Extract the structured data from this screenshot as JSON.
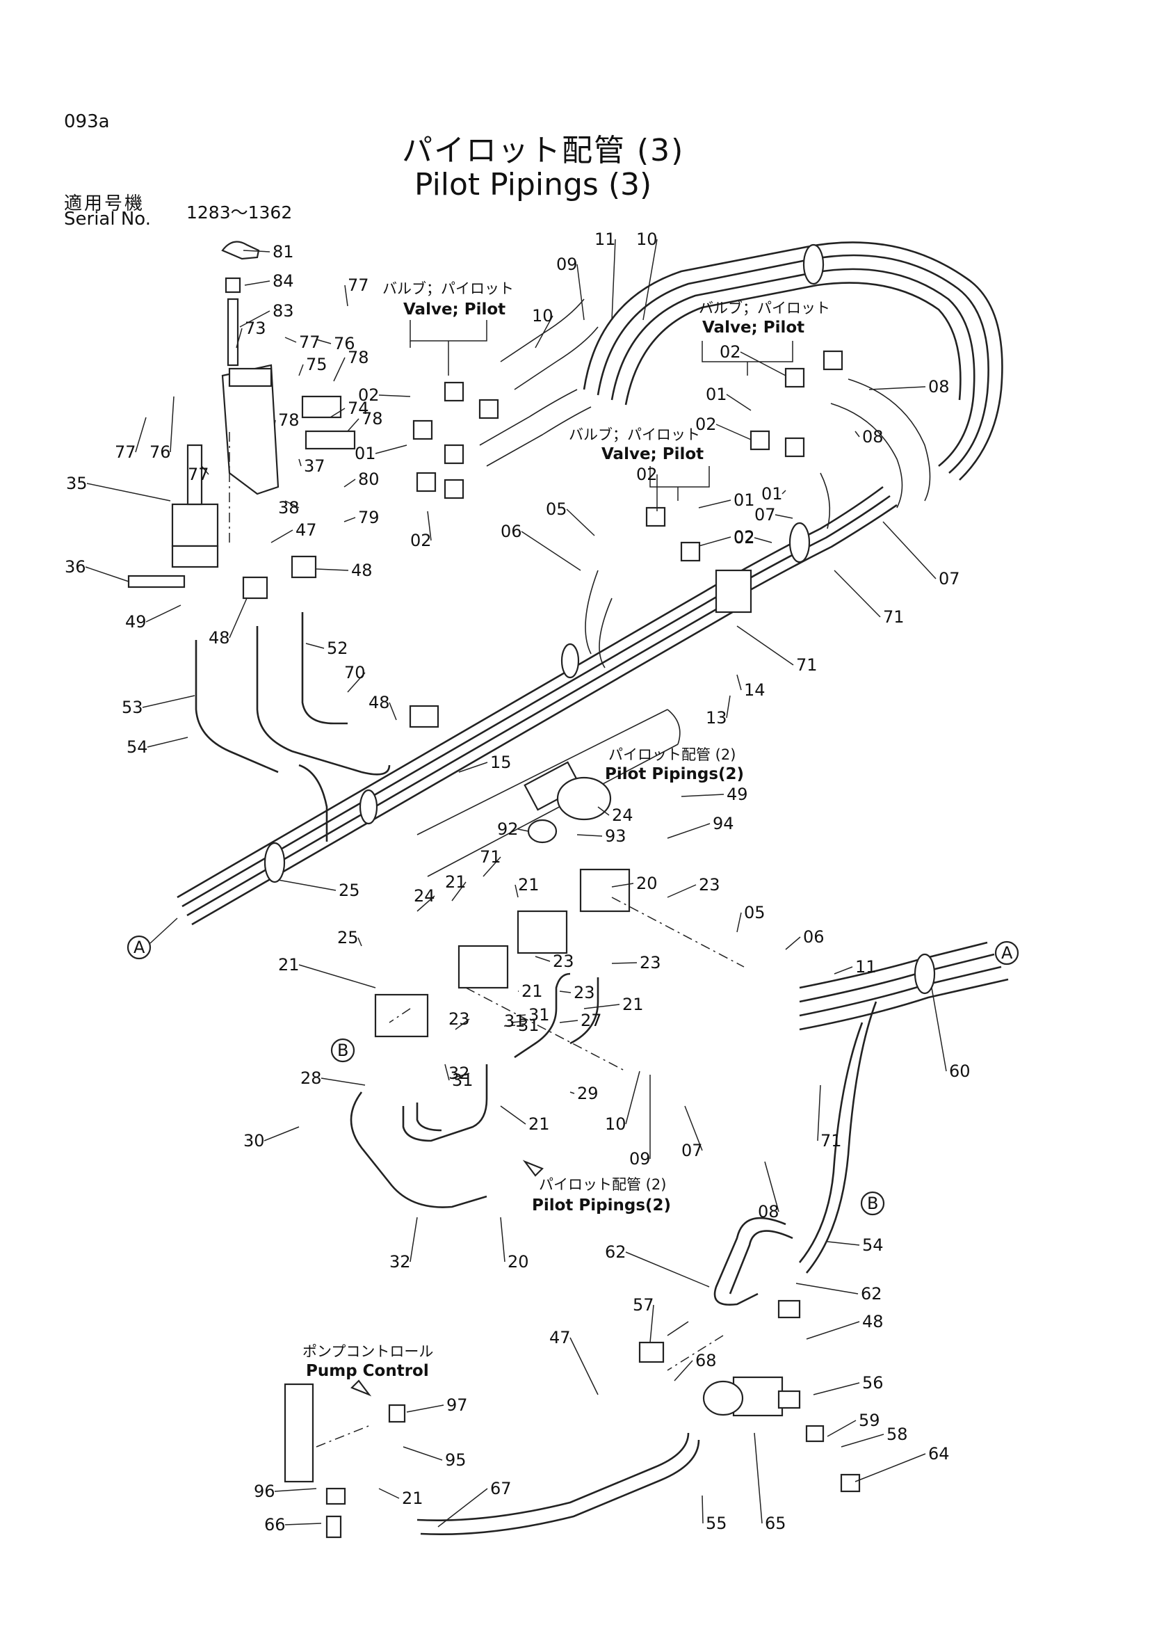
{
  "header": {
    "page_code": "093a",
    "title_jp": "パイロット配管 (3)",
    "title_en": "Pilot Pipings (3)",
    "serial_label_jp": "適用号機",
    "serial_label_en": "Serial No.",
    "serial_range": "1283～1362"
  },
  "annotations": {
    "valve_pilot_jp": "バルブ；パイロット",
    "valve_pilot_en": "Valve; Pilot",
    "pilot_pipings2_jp": "パイロット配管 (2)",
    "pilot_pipings2_en": "Pilot Pipings(2)",
    "pump_control_jp": "ポンプコントロール",
    "pump_control_en": "Pump Control"
  },
  "callouts": {
    "A": "A",
    "B": "B"
  },
  "part_labels": [
    "81",
    "84",
    "83",
    "73",
    "77",
    "77",
    "76",
    "75",
    "78",
    "78",
    "74",
    "78",
    "37",
    "38",
    "80",
    "79",
    "77",
    "76",
    "77",
    "35",
    "47",
    "36",
    "48",
    "49",
    "48",
    "52",
    "53",
    "70",
    "54",
    "48",
    "10",
    "09",
    "11",
    "10",
    "02",
    "01",
    "02",
    "02",
    "01",
    "02",
    "08",
    "01",
    "02",
    "08",
    "07",
    "02",
    "01",
    "02",
    "05",
    "06",
    "07",
    "71",
    "71",
    "13",
    "14",
    "15",
    "49",
    "24",
    "92",
    "93",
    "94",
    "25",
    "71",
    "21",
    "20",
    "23",
    "21",
    "24",
    "25",
    "21",
    "23",
    "23",
    "21",
    "23",
    "31",
    "23",
    "31",
    "27",
    "21",
    "31",
    "31",
    "32",
    "28",
    "29",
    "21",
    "30",
    "32",
    "20",
    "05",
    "06",
    "11",
    "10",
    "09",
    "07",
    "08",
    "71",
    "60",
    "62",
    "54",
    "62",
    "48",
    "57",
    "47",
    "68",
    "56",
    "59",
    "58",
    "64",
    "55",
    "65",
    "67",
    "97",
    "95",
    "96",
    "21",
    "66"
  ]
}
